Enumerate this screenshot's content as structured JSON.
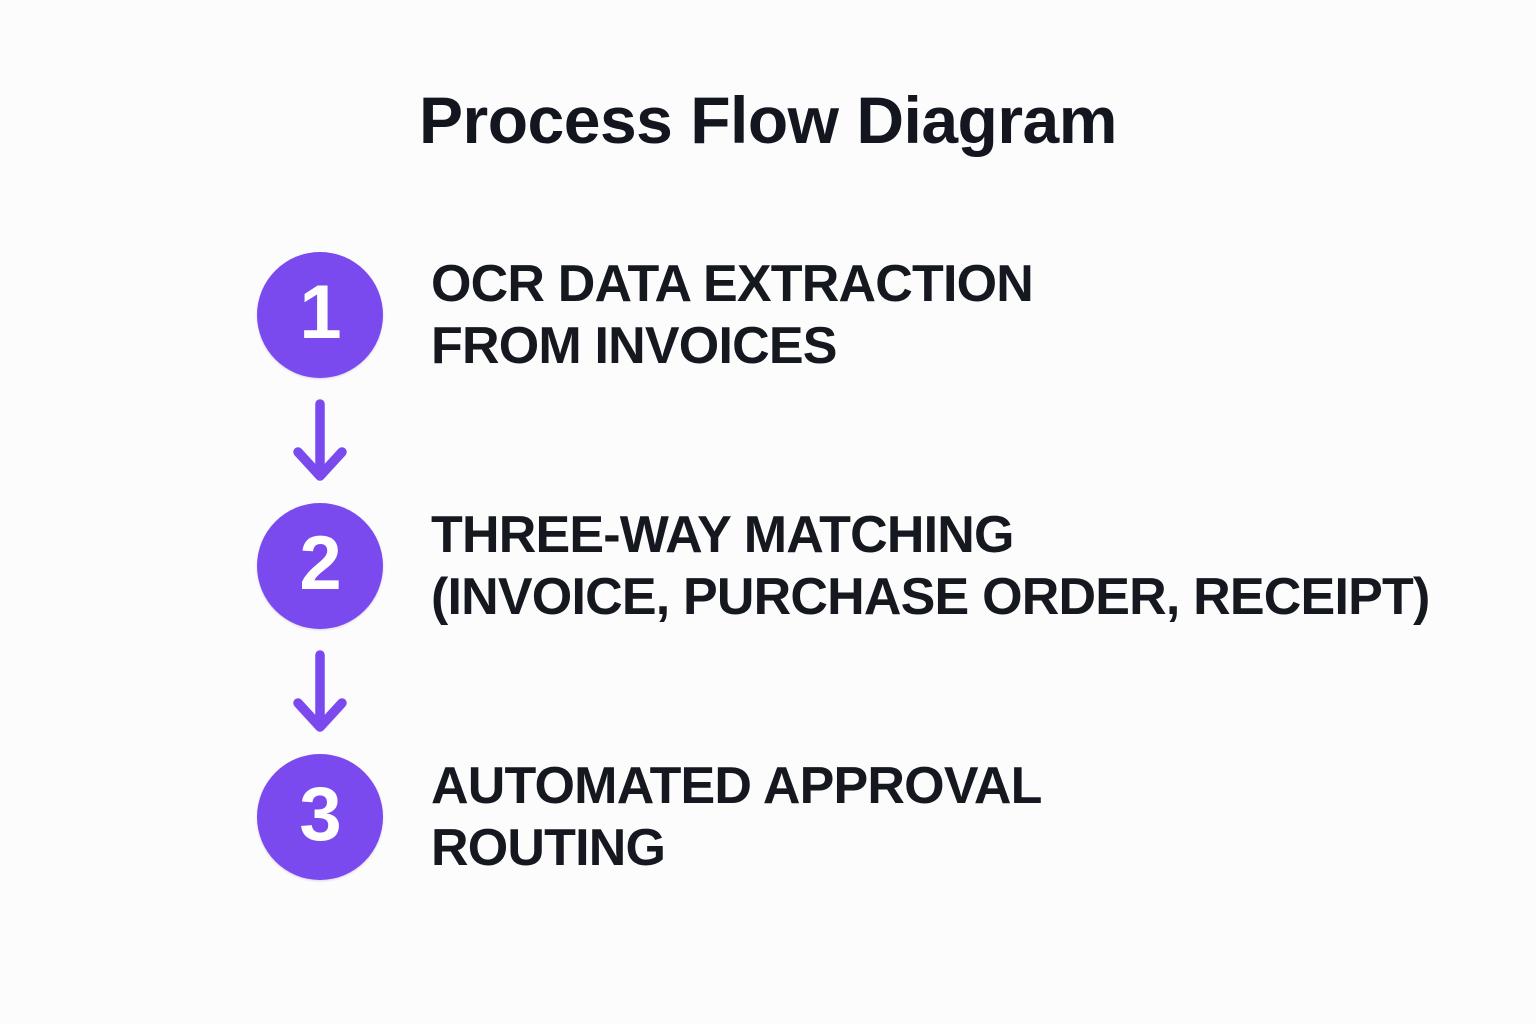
{
  "page": {
    "background_color": "#FCFCFD",
    "title": "Process Flow Diagram"
  },
  "theme": {
    "accent_color": "#7B4AEE",
    "text_color": "#15181F",
    "title_color": "#13161E",
    "badge_text_color": "#FFFFFF"
  },
  "flow": {
    "steps": [
      {
        "number": "1",
        "line1": "OCR DATA EXTRACTION",
        "line2": "FROM INVOICES"
      },
      {
        "number": "2",
        "line1": "THREE-WAY MATCHING",
        "line2": "(INVOICE, PURCHASE ORDER, RECEIPT)"
      },
      {
        "number": "3",
        "line1": "AUTOMATED APPROVAL",
        "line2": "ROUTING"
      }
    ],
    "connectors": [
      {
        "icon": "arrow-down-icon"
      },
      {
        "icon": "arrow-down-icon"
      }
    ]
  }
}
